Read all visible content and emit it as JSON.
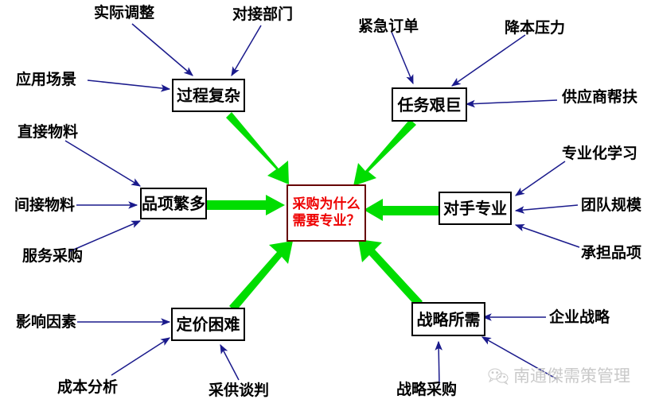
{
  "diagram": {
    "type": "mind-map",
    "title": "采购为什么需要专业？",
    "center": {
      "label": "采购为什么\n需要专业？",
      "text_color": "#ee0000",
      "border_color": "#660000"
    },
    "branch_arrow_color": "#00dd00",
    "leaf_arrow_color": "#1a1a8c",
    "branches": [
      {
        "id": "branch-guochengfuza",
        "label": "过程复杂",
        "leaves": [
          {
            "label": "实际调整"
          },
          {
            "label": "对接部门"
          },
          {
            "label": "应用场景"
          }
        ]
      },
      {
        "id": "branch-renwujianju",
        "label": "任务艰巨",
        "leaves": [
          {
            "label": "紧急订单"
          },
          {
            "label": "降本压力"
          },
          {
            "label": "供应商帮扶"
          }
        ]
      },
      {
        "id": "branch-pinxiangfanduo",
        "label": "品项繁多",
        "leaves": [
          {
            "label": "直接物料"
          },
          {
            "label": "间接物料"
          },
          {
            "label": "服务采购"
          }
        ]
      },
      {
        "id": "branch-duishouzhuanye",
        "label": "对手专业",
        "leaves": [
          {
            "label": "专业化学习"
          },
          {
            "label": "团队规模"
          },
          {
            "label": "承担品项"
          }
        ]
      },
      {
        "id": "branch-dingjiakunnan",
        "label": "定价困难",
        "leaves": [
          {
            "label": "影响因素"
          },
          {
            "label": "成本分析"
          },
          {
            "label": "采供谈判"
          }
        ]
      },
      {
        "id": "branch-zhanlvesuoxu",
        "label": "战略所需",
        "leaves": [
          {
            "label": "企业战略"
          },
          {
            "label": "战略采购"
          }
        ]
      }
    ]
  },
  "watermark": {
    "text": "南通傑需策管理",
    "icon": "wechat-logo-icon"
  }
}
